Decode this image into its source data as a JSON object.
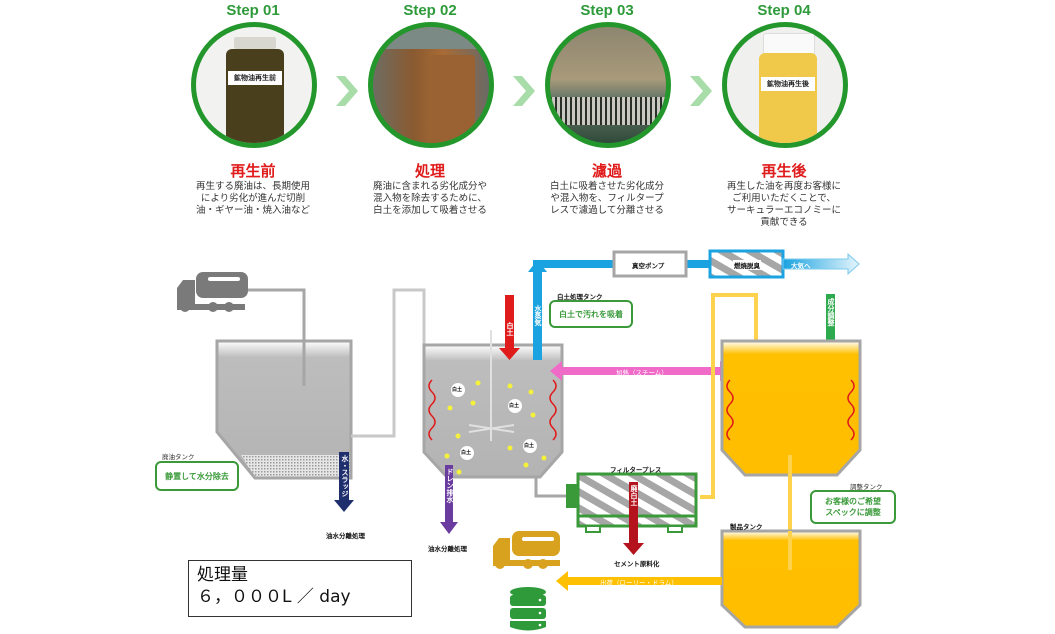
{
  "steps": [
    {
      "label": "Step 01",
      "title": "再生前",
      "desc": "再生する廃油は、長期使用\nにより劣化が進んだ切削\n油・ギヤー油・焼入油など",
      "photo": "jar-dark-oil",
      "photo_caption": "鉱物油再生前"
    },
    {
      "label": "Step 02",
      "title": "処理",
      "desc": "廃油に含まれる劣化成分や\n混入物を除去するために、\n白土を添加して吸着させる",
      "photo": "processing-tanks"
    },
    {
      "label": "Step 03",
      "title": "濾過",
      "desc": "白土に吸着させた劣化成分\nや混入物を、フィルタープ\nレスで濾過して分離させる",
      "photo": "filter-press-machine"
    },
    {
      "label": "Step 04",
      "title": "再生後",
      "desc": "再生した油を再度お客様に\nご利用いただくことで、\nサーキュラーエコノミーに\n貢献できる",
      "photo": "jar-clear-oil",
      "photo_caption": "鉱物油再生後"
    }
  ],
  "diagram": {
    "waste_tank": {
      "label": "廃油タンク",
      "bubble": "静置して水分除去"
    },
    "water_sludge": "水・スラッジ",
    "oil_water_sep_1": "油水分離処理",
    "clay_tank": {
      "label": "白土処理タンク",
      "bubble": "白土で汚れを吸着",
      "particle_label": "白土"
    },
    "clay_in": "白土",
    "steam": "水蒸気",
    "drain": "ドレン排水",
    "oil_water_sep_2": "油水分離処理",
    "vacuum_pump": "真空ポンプ",
    "deodorizer": "燃焼脱臭",
    "to_atmosphere": "大気へ",
    "heating": "加熱（スチーム）",
    "component_adjust": "成分調整",
    "adjust_tank": {
      "label": "調整タンク",
      "bubble": "お客様のご希望\nスペックに調整"
    },
    "filter_press": "フィルタープレス",
    "waste_clay": "廃白土",
    "cement": "セメント原料化",
    "product_tank": "製品タンク",
    "shipping": "出荷（ローリー・ドラム）"
  },
  "capacity": {
    "title": "処理量",
    "value": "６，０００L ／ day"
  },
  "colors": {
    "green": "#23972c",
    "red": "#e01b1b",
    "blue": "#1aa3e0",
    "pink": "#f06ac8",
    "orange": "#ffc000",
    "navy": "#1f2f6e",
    "purple": "#6a3ca0",
    "gray": "#a6a6a6"
  }
}
